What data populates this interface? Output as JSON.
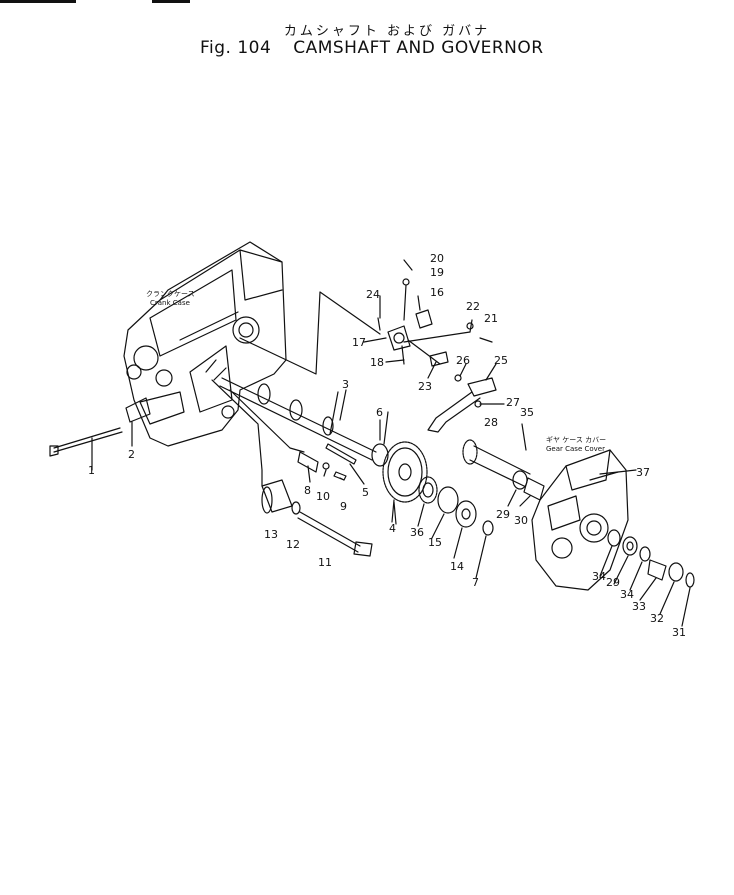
{
  "header": {
    "title_jp": "カムシャフト および ガバナ",
    "fig_label": "Fig. 104",
    "title_en": "CAMSHAFT AND GOVERNOR"
  },
  "labels": {
    "crank_case_jp": "クランクケース",
    "crank_case_en": "Crank Case",
    "gear_case_jp": "ギヤ ケース カバー",
    "gear_case_en": "Gear Case Cover"
  },
  "callouts": [
    "1",
    "2",
    "3",
    "4",
    "5",
    "6",
    "7",
    "8",
    "9",
    "10",
    "11",
    "12",
    "13",
    "14",
    "15",
    "16",
    "17",
    "18",
    "19",
    "20",
    "21",
    "22",
    "23",
    "24",
    "25",
    "26",
    "27",
    "28",
    "29",
    "29",
    "30",
    "31",
    "32",
    "33",
    "34",
    "34",
    "35",
    "36",
    "37"
  ]
}
